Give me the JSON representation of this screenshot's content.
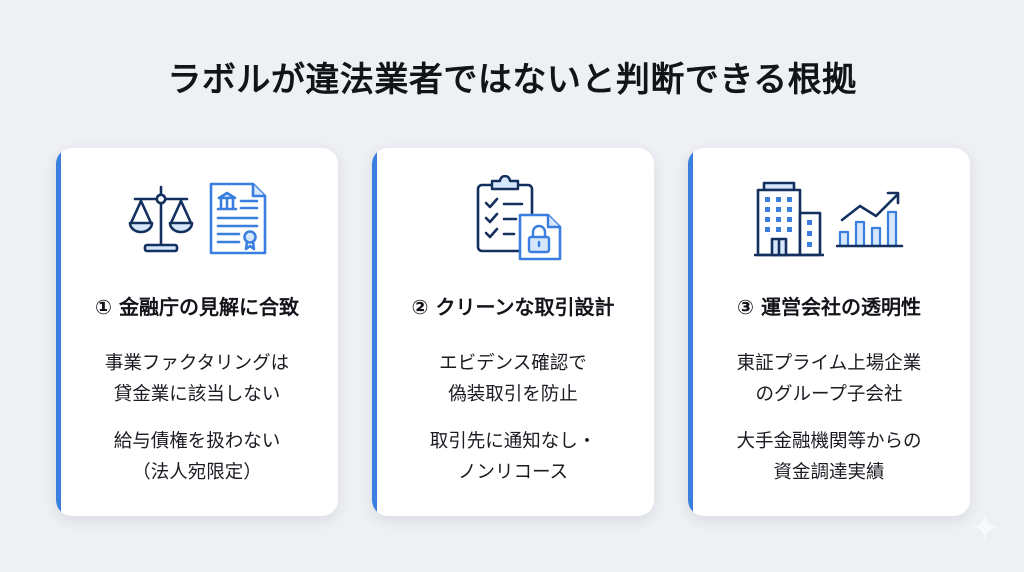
{
  "title": "ラボルが違法業者ではないと判断できる根拠",
  "colors": {
    "background": "#eef0f4",
    "card": "#ffffff",
    "accent": "#3a7ee0",
    "icon_dark": "#14305e",
    "icon_blue": "#3a7ee0",
    "icon_fill": "#d6e6fb",
    "text": "#12141a"
  },
  "cards": [
    {
      "number": "①",
      "heading": "① 金融庁の見解に合致",
      "icons": [
        "scales-icon",
        "certificate-document-icon"
      ],
      "points": [
        {
          "lines": [
            "事業ファクタリングは",
            "貸金業に該当しない"
          ]
        },
        {
          "lines": [
            "給与債権を扱わない",
            "（法人宛限定）"
          ]
        }
      ]
    },
    {
      "number": "②",
      "heading": "② クリーンな取引設計",
      "icons": [
        "checklist-clipboard-icon",
        "locked-document-icon"
      ],
      "points": [
        {
          "lines": [
            "エビデンス確認で",
            "偽装取引を防止"
          ]
        },
        {
          "lines": [
            "取引先に通知なし・",
            "ノンリコース"
          ]
        }
      ]
    },
    {
      "number": "③",
      "heading": "③ 運営会社の透明性",
      "icons": [
        "office-building-icon",
        "growth-chart-icon"
      ],
      "points": [
        {
          "lines": [
            "東証プライム上場企業",
            "のグループ子会社"
          ]
        },
        {
          "lines": [
            "大手金融機関等からの",
            "資金調達実績"
          ]
        }
      ]
    }
  ],
  "decoration": {
    "corner_icon": "sparkle-icon"
  }
}
